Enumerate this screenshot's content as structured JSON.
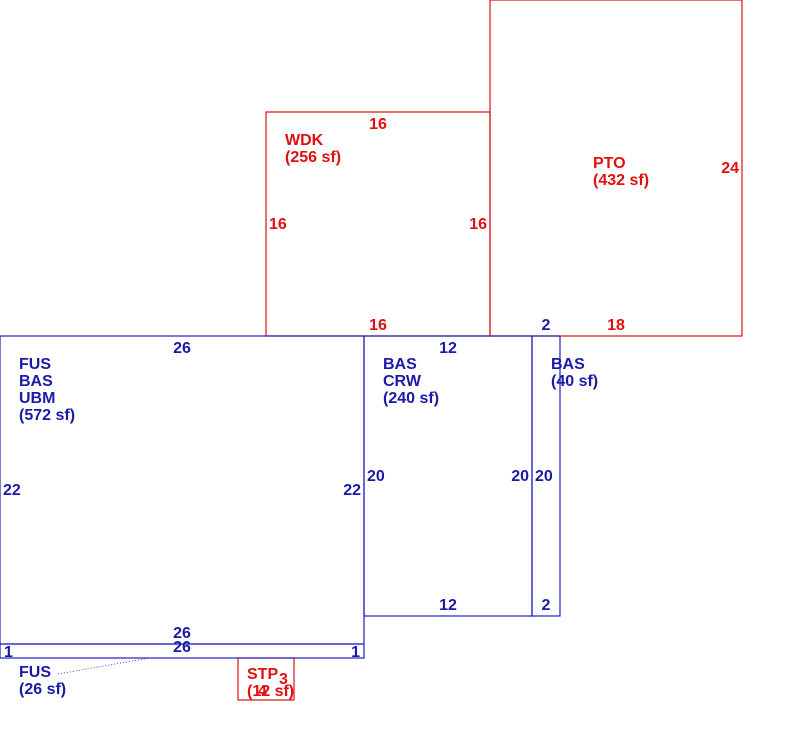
{
  "colors": {
    "main": "#2020c0",
    "addition": "#e01010"
  },
  "areas": {
    "wdk": {
      "lines": [
        "WDK",
        "(256 sf)"
      ]
    },
    "pto": {
      "lines": [
        "PTO",
        "(432 sf)"
      ]
    },
    "main": {
      "lines": [
        "FUS",
        "BAS",
        "UBM",
        "(572 sf)"
      ]
    },
    "crw": {
      "lines": [
        "BAS",
        "CRW",
        "(240 sf)"
      ]
    },
    "bas40": {
      "lines": [
        "BAS",
        "(40 sf)"
      ]
    },
    "fus26": {
      "lines": [
        "FUS",
        "(26 sf)"
      ]
    },
    "stp": {
      "lines": [
        "STP",
        "(12 sf)"
      ]
    }
  },
  "dimensions": {
    "wdk_top": "16",
    "wdk_left": "16",
    "wdk_right": "16",
    "wdk_bottom": "16",
    "pto_right": "24",
    "pto_bottom": "18",
    "pto_bottom_small": "2",
    "main_top": "26",
    "main_left": "22",
    "main_right": "22",
    "main_bottom": "26",
    "crw_top": "12",
    "crw_left": "20",
    "crw_right": "20",
    "crw_bottom": "12",
    "bas_side": "20",
    "bas_bottom": "2",
    "fus_top": "26",
    "fus_left": "1",
    "fus_right": "1",
    "stp_a": "4",
    "stp_b": "3"
  }
}
